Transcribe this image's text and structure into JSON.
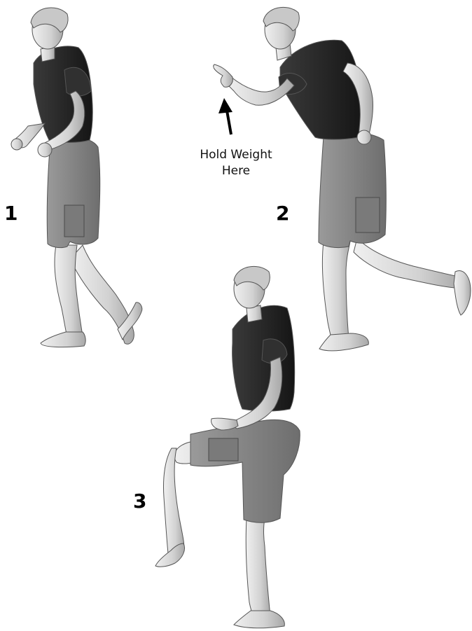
{
  "steps": [
    {
      "number": "1"
    },
    {
      "number": "2"
    },
    {
      "number": "3"
    }
  ],
  "callout": {
    "line1": "Hold Weight",
    "line2": "Here",
    "icon": "arrow-up-icon"
  },
  "colors": {
    "shirt": "#262626",
    "shorts": "#8a8a8a",
    "skin": "#dcdcdc",
    "hair": "#c8c8c8",
    "outline": "#555555"
  }
}
